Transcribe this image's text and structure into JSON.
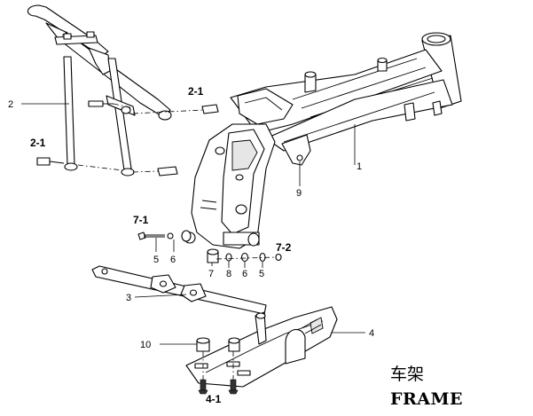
{
  "title": {
    "chinese": "车架",
    "english": "FRAME"
  },
  "callouts": {
    "main_frame": "1",
    "rear_subframe": "2",
    "bolt_upper": "2-1",
    "bolt_lower": "2-1",
    "engine_mount_bar": "3",
    "skid_plate": "4",
    "skid_bolt": "4-1",
    "washer_left": "5",
    "washer_right": "5",
    "nut_left": "6",
    "nut_right": "6",
    "bushing": "7",
    "long_bolt": "7-1",
    "nut_end": "7-2",
    "spacer": "8",
    "bracket": "9",
    "rubber": "10"
  }
}
